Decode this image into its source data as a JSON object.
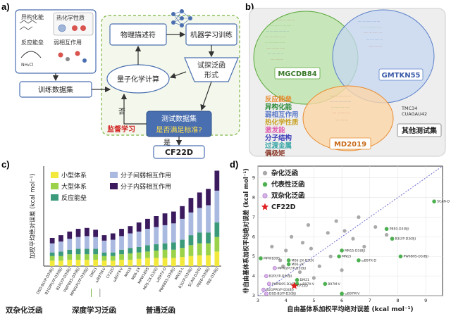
{
  "panel_labels": {
    "a": "a)",
    "b": "b)",
    "c": "c)",
    "d": "d)"
  },
  "flow": {
    "inputs": [
      "异构化能",
      "热化学性质",
      "反应能垒",
      "弱相互作用"
    ],
    "formula": "NH₂Cl",
    "training_set": "训练数据集",
    "descriptor": "物理描述符",
    "ml_training": "机器学习训练",
    "quantum": "量子化学计算",
    "trial_form_1": "试探泛函",
    "trial_form_2": "形式",
    "test_set": "测试数据集",
    "standard_q": "是否满足标准?",
    "supervised": "监督学习",
    "no_label": "否",
    "yes_label": "是",
    "result": "CF22D"
  },
  "venn": {
    "mgcdb84": "MGCDB84",
    "gmtkn55": "GMTKN55",
    "md2019": "MD2019",
    "other_set": "其他测试集",
    "other_names": [
      "TMC34",
      "CUAGAU42"
    ],
    "legend": [
      {
        "text": "反应能垒",
        "color": "#e8892b"
      },
      {
        "text": "异构化能",
        "color": "#2e8b3a"
      },
      {
        "text": "弱相互作用",
        "color": "#5a78c8"
      },
      {
        "text": "热化学性质",
        "color": "#c9a227"
      },
      {
        "text": "激发能",
        "color": "#e05fb0"
      },
      {
        "text": "分子结构",
        "color": "#3a3ab8"
      },
      {
        "text": "过渡金属",
        "color": "#3aa6a6"
      },
      {
        "text": "偶极矩",
        "color": "#8a3a2a"
      }
    ]
  },
  "colors": {
    "small": "#f2e93c",
    "large": "#9ad24a",
    "barrier": "#3b9a7a",
    "inter": "#a9b9e0",
    "intra": "#3b1b5e",
    "gray_pt": "#a9a9a9",
    "green_pt": "#4caf50",
    "purple_pt": "#d9b3e8",
    "star": "#e02020",
    "flow_blue": "#4a6fb0",
    "flow_red": "#d02020"
  },
  "chart_data": [
    {
      "type": "bar",
      "stacked": true,
      "ylabel": "加权平均绝对误差 (kcal mol⁻¹)",
      "ylim": [
        0,
        11
      ],
      "legend": [
        {
          "key": "small",
          "name": "小型体系"
        },
        {
          "key": "large",
          "name": "大型体系"
        },
        {
          "key": "barrier",
          "name": "反应能垒"
        },
        {
          "key": "inter",
          "name": "分子间弱相互作用"
        },
        {
          "key": "intra",
          "name": "分子内弱相互作用"
        }
      ],
      "group_labels": [
        "双杂化泛函",
        "深度学习泛函",
        "普通泛函"
      ],
      "categories": [
        "DSD-BLYP-D3(BJ)",
        "B2GPPLYP-D3(BJ)",
        "B2PLYP-D3(BJ)",
        "PWPB95-D3(BJ)",
        "MPW2PLYP-D3(BJ)",
        "DM21",
        "ωB97M-V",
        "CF22D",
        "ωB97X-V",
        "MN15",
        "M06-2X",
        "MPW1B95",
        "M05-2X-D3(0)",
        "ωB97X-D",
        "PW6B95-D3(BJ)",
        "MN15-L",
        "B3LYP-D3(BJ)",
        "SCAN-D3(0)",
        "PBE0-D3(BJ)",
        "PBE-D3(BJ)"
      ],
      "groups": [
        0,
        0,
        0,
        0,
        0,
        1,
        2,
        2,
        2,
        2,
        2,
        2,
        2,
        2,
        2,
        2,
        2,
        2,
        2,
        2
      ],
      "series": [
        {
          "key": "small",
          "name": "小型体系",
          "values": [
            0.6,
            0.6,
            0.7,
            0.7,
            0.7,
            0.7,
            0.6,
            0.6,
            0.7,
            0.7,
            0.8,
            0.9,
            0.9,
            0.9,
            0.9,
            1.0,
            1.1,
            1.2,
            1.2,
            1.6
          ]
        },
        {
          "key": "large",
          "name": "大型体系",
          "values": [
            0.5,
            0.5,
            0.6,
            0.6,
            0.6,
            0.6,
            0.5,
            0.5,
            0.6,
            0.7,
            0.7,
            0.7,
            0.8,
            0.9,
            0.9,
            1.0,
            1.2,
            1.3,
            1.3,
            1.6
          ]
        },
        {
          "key": "barrier",
          "name": "反应能垒",
          "values": [
            0.4,
            0.5,
            0.5,
            0.6,
            0.6,
            0.6,
            0.4,
            0.4,
            0.5,
            0.6,
            0.6,
            0.7,
            0.7,
            0.7,
            0.8,
            0.9,
            1.1,
            1.2,
            1.2,
            1.6
          ]
        },
        {
          "key": "inter",
          "name": "分子间弱相互作用",
          "values": [
            1.0,
            1.1,
            1.2,
            1.3,
            1.4,
            1.3,
            1.3,
            1.4,
            1.5,
            1.6,
            1.7,
            1.8,
            1.9,
            2.0,
            2.1,
            2.3,
            2.5,
            2.7,
            3.0,
            3.5
          ]
        },
        {
          "key": "intra",
          "name": "分子内弱相互作用",
          "values": [
            0.6,
            0.7,
            0.8,
            0.9,
            0.9,
            0.8,
            0.6,
            0.7,
            0.8,
            0.8,
            1.0,
            1.1,
            1.2,
            1.3,
            1.3,
            1.4,
            1.6,
            1.7,
            1.8,
            2.2
          ]
        }
      ]
    },
    {
      "type": "scatter",
      "xlabel": "自由基体系加权平均绝对误差 (kcal mol⁻¹)",
      "ylabel": "非自由基体系加权平均绝对误差 (kcal mol⁻¹)",
      "xlim": [
        3,
        9.6
      ],
      "ylim": [
        3,
        9.6
      ],
      "xticks": [
        3,
        4,
        5,
        6,
        7,
        8,
        9
      ],
      "yticks": [
        3,
        4,
        5,
        6,
        7,
        8,
        9
      ],
      "diagonal": true,
      "legend": [
        {
          "key": "gray",
          "name": "杂化泛函"
        },
        {
          "key": "green",
          "name": "代表性泛函"
        },
        {
          "key": "purple",
          "name": "双杂化泛函"
        },
        {
          "key": "star",
          "name": "CF22D"
        }
      ],
      "points_gray": [
        {
          "x": 3.5,
          "y": 5.5
        },
        {
          "x": 3.8,
          "y": 4.8
        },
        {
          "x": 4.0,
          "y": 5.3
        },
        {
          "x": 4.2,
          "y": 6.0
        },
        {
          "x": 4.6,
          "y": 5.7
        },
        {
          "x": 4.9,
          "y": 5.4
        },
        {
          "x": 5.2,
          "y": 4.5
        },
        {
          "x": 5.5,
          "y": 6.2
        },
        {
          "x": 5.8,
          "y": 6.8
        },
        {
          "x": 6.1,
          "y": 6.3
        },
        {
          "x": 6.4,
          "y": 5.9
        },
        {
          "x": 6.0,
          "y": 4.3
        },
        {
          "x": 6.8,
          "y": 5.5
        },
        {
          "x": 7.2,
          "y": 6.5
        },
        {
          "x": 4.5,
          "y": 4.2
        },
        {
          "x": 5.0,
          "y": 3.9
        },
        {
          "x": 3.9,
          "y": 4.5
        },
        {
          "x": 4.8,
          "y": 6.6
        },
        {
          "x": 5.6,
          "y": 5.0
        },
        {
          "x": 6.6,
          "y": 7.0
        },
        {
          "x": 7.6,
          "y": 6.1
        }
      ],
      "points_green": [
        {
          "x": 9.3,
          "y": 7.8,
          "label": "SCAN-D3(0)"
        },
        {
          "x": 7.6,
          "y": 6.4,
          "label": "PBE0-D3(BJ)"
        },
        {
          "x": 7.8,
          "y": 5.9,
          "label": "B3LYP-D3(BJ)"
        },
        {
          "x": 8.1,
          "y": 5.0,
          "label": "PW6B95-D3(BJ)"
        },
        {
          "x": 6.0,
          "y": 5.3,
          "label": "MN15-D3(BJ)"
        },
        {
          "x": 5.9,
          "y": 5.0,
          "label": "MN15"
        },
        {
          "x": 6.6,
          "y": 4.8,
          "label": "ωB97X-D"
        },
        {
          "x": 4.1,
          "y": 4.8,
          "label": "M06-2X-D3(0)"
        },
        {
          "x": 4.1,
          "y": 4.6,
          "label": "M06-2X"
        },
        {
          "x": 3.1,
          "y": 4.9,
          "label": "MPW1B95"
        },
        {
          "x": 4.4,
          "y": 3.8,
          "label": "DM21"
        },
        {
          "x": 4.4,
          "y": 3.6,
          "label": "ωB97X-V"
        },
        {
          "x": 5.4,
          "y": 3.6,
          "label": "B97M-V"
        },
        {
          "x": 6.0,
          "y": 3.1,
          "label": "ωB97M-V"
        }
      ],
      "points_purple": [
        {
          "x": 3.6,
          "y": 4.4,
          "label": "MPW2PLYP-D3(BJ)"
        },
        {
          "x": 3.3,
          "y": 4.0,
          "label": "B2PLYP-D3(BJ)"
        },
        {
          "x": 3.4,
          "y": 3.6,
          "label": "PWPB95-D3(BJ)"
        },
        {
          "x": 3.2,
          "y": 3.3,
          "label": "B2GPPLYP-D3(BJ)"
        },
        {
          "x": 3.3,
          "y": 3.1,
          "label": "DSD-BLYP-D3(BJ)"
        }
      ],
      "points_star": [
        {
          "x": 4.3,
          "y": 3.5,
          "label": "CF22D"
        }
      ]
    }
  ]
}
